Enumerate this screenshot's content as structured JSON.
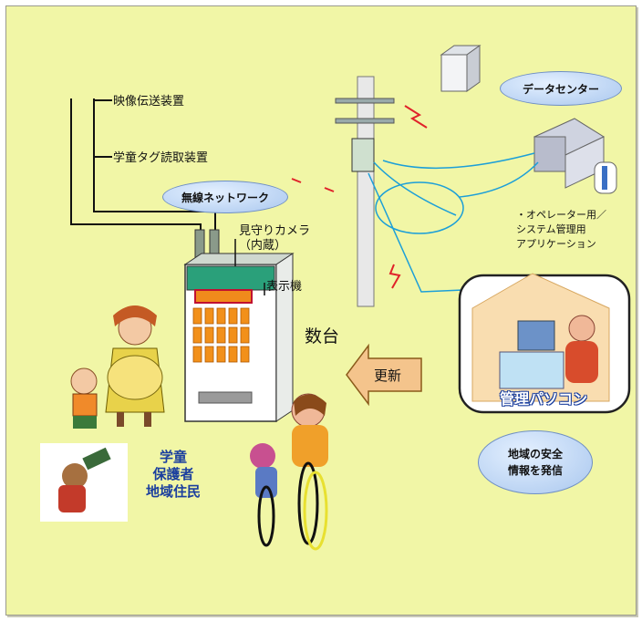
{
  "labels": {
    "video_transmitter": "映像伝送装置",
    "tag_reader": "学童タグ読取装置",
    "camera": "見守りカメラ\n（内蔵）",
    "display": "表示機",
    "count": "数台",
    "update": "更新",
    "wireless_network": "無線ネットワーク",
    "data_center": "データセンター",
    "apps": "・オペレーター用／\nシステム管理用\nアプリケーション",
    "mgmt_pc": "管理パソコン",
    "safety_info": "地域の安全\n情報を発信",
    "people": "学童\n保護者\n地域住民"
  },
  "colors": {
    "background": "#f1f6a6",
    "bubble": "#a9c7ee",
    "cable": "#1c9fd8",
    "arrow": "#f4c48c"
  }
}
